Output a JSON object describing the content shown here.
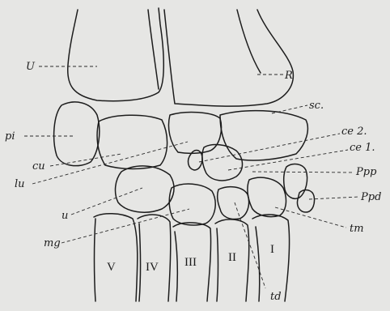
{
  "labels": {
    "U": "U",
    "R": "R",
    "sc": "sc.",
    "pi": "pi",
    "ce2": "ce 2.",
    "ce1": "ce 1.",
    "cu": "cu",
    "Ppp": "Ppp",
    "lu": "lu",
    "Ppd": "Ppd",
    "u": "u",
    "tm": "tm",
    "mg": "mg",
    "td": "td"
  },
  "metacarpals": [
    "V",
    "IV",
    "III",
    "II",
    "I"
  ]
}
